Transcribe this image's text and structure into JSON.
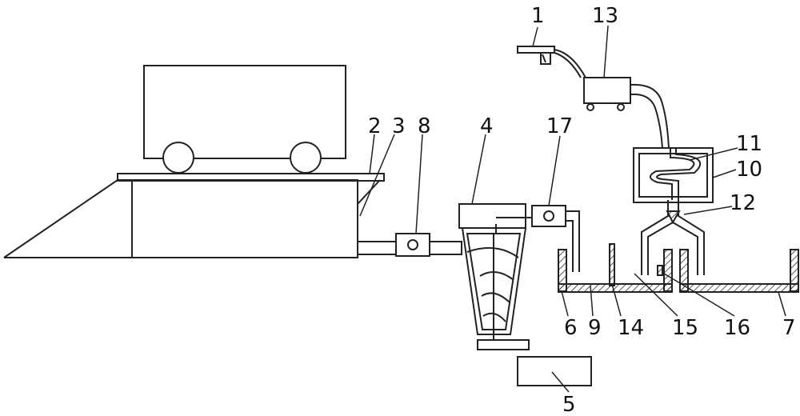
{
  "diagram": {
    "stroke_color": "#222222",
    "labels": {
      "n1": "1",
      "n2": "2",
      "n3": "3",
      "n4": "4",
      "n5": "5",
      "n6": "6",
      "n7": "7",
      "n8": "8",
      "n9": "9",
      "n10": "10",
      "n11": "11",
      "n12": "12",
      "n13": "13",
      "n14": "14",
      "n15": "15",
      "n16": "16",
      "n17": "17"
    }
  }
}
